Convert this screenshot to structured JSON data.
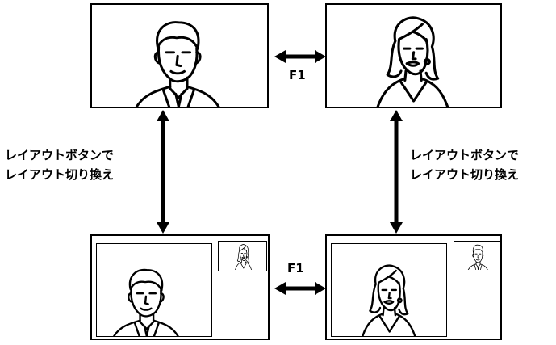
{
  "labels": {
    "layout_switch_left": {
      "line1": "レイアウトボタンで",
      "line2": "レイアウト切り換え"
    },
    "layout_switch_right": {
      "line1": "レイアウトボタンで",
      "line2": "レイアウト切り換え"
    },
    "f1_top": "F1",
    "f1_bottom": "F1"
  },
  "screens": [
    {
      "id": "top-left",
      "layout": "single",
      "main": "man"
    },
    {
      "id": "top-right",
      "layout": "single",
      "main": "woman"
    },
    {
      "id": "bottom-left",
      "layout": "picture-in-picture",
      "main": "man",
      "sub": "woman"
    },
    {
      "id": "bottom-right",
      "layout": "picture-in-picture",
      "main": "woman",
      "sub": "man"
    }
  ],
  "icons": {
    "man": "man-portrait-icon",
    "woman": "woman-portrait-icon",
    "horizontal_arrow": "double-arrow-horizontal-icon",
    "vertical_arrow": "double-arrow-vertical-icon"
  },
  "colors": {
    "line": "#000000",
    "background": "#ffffff"
  }
}
